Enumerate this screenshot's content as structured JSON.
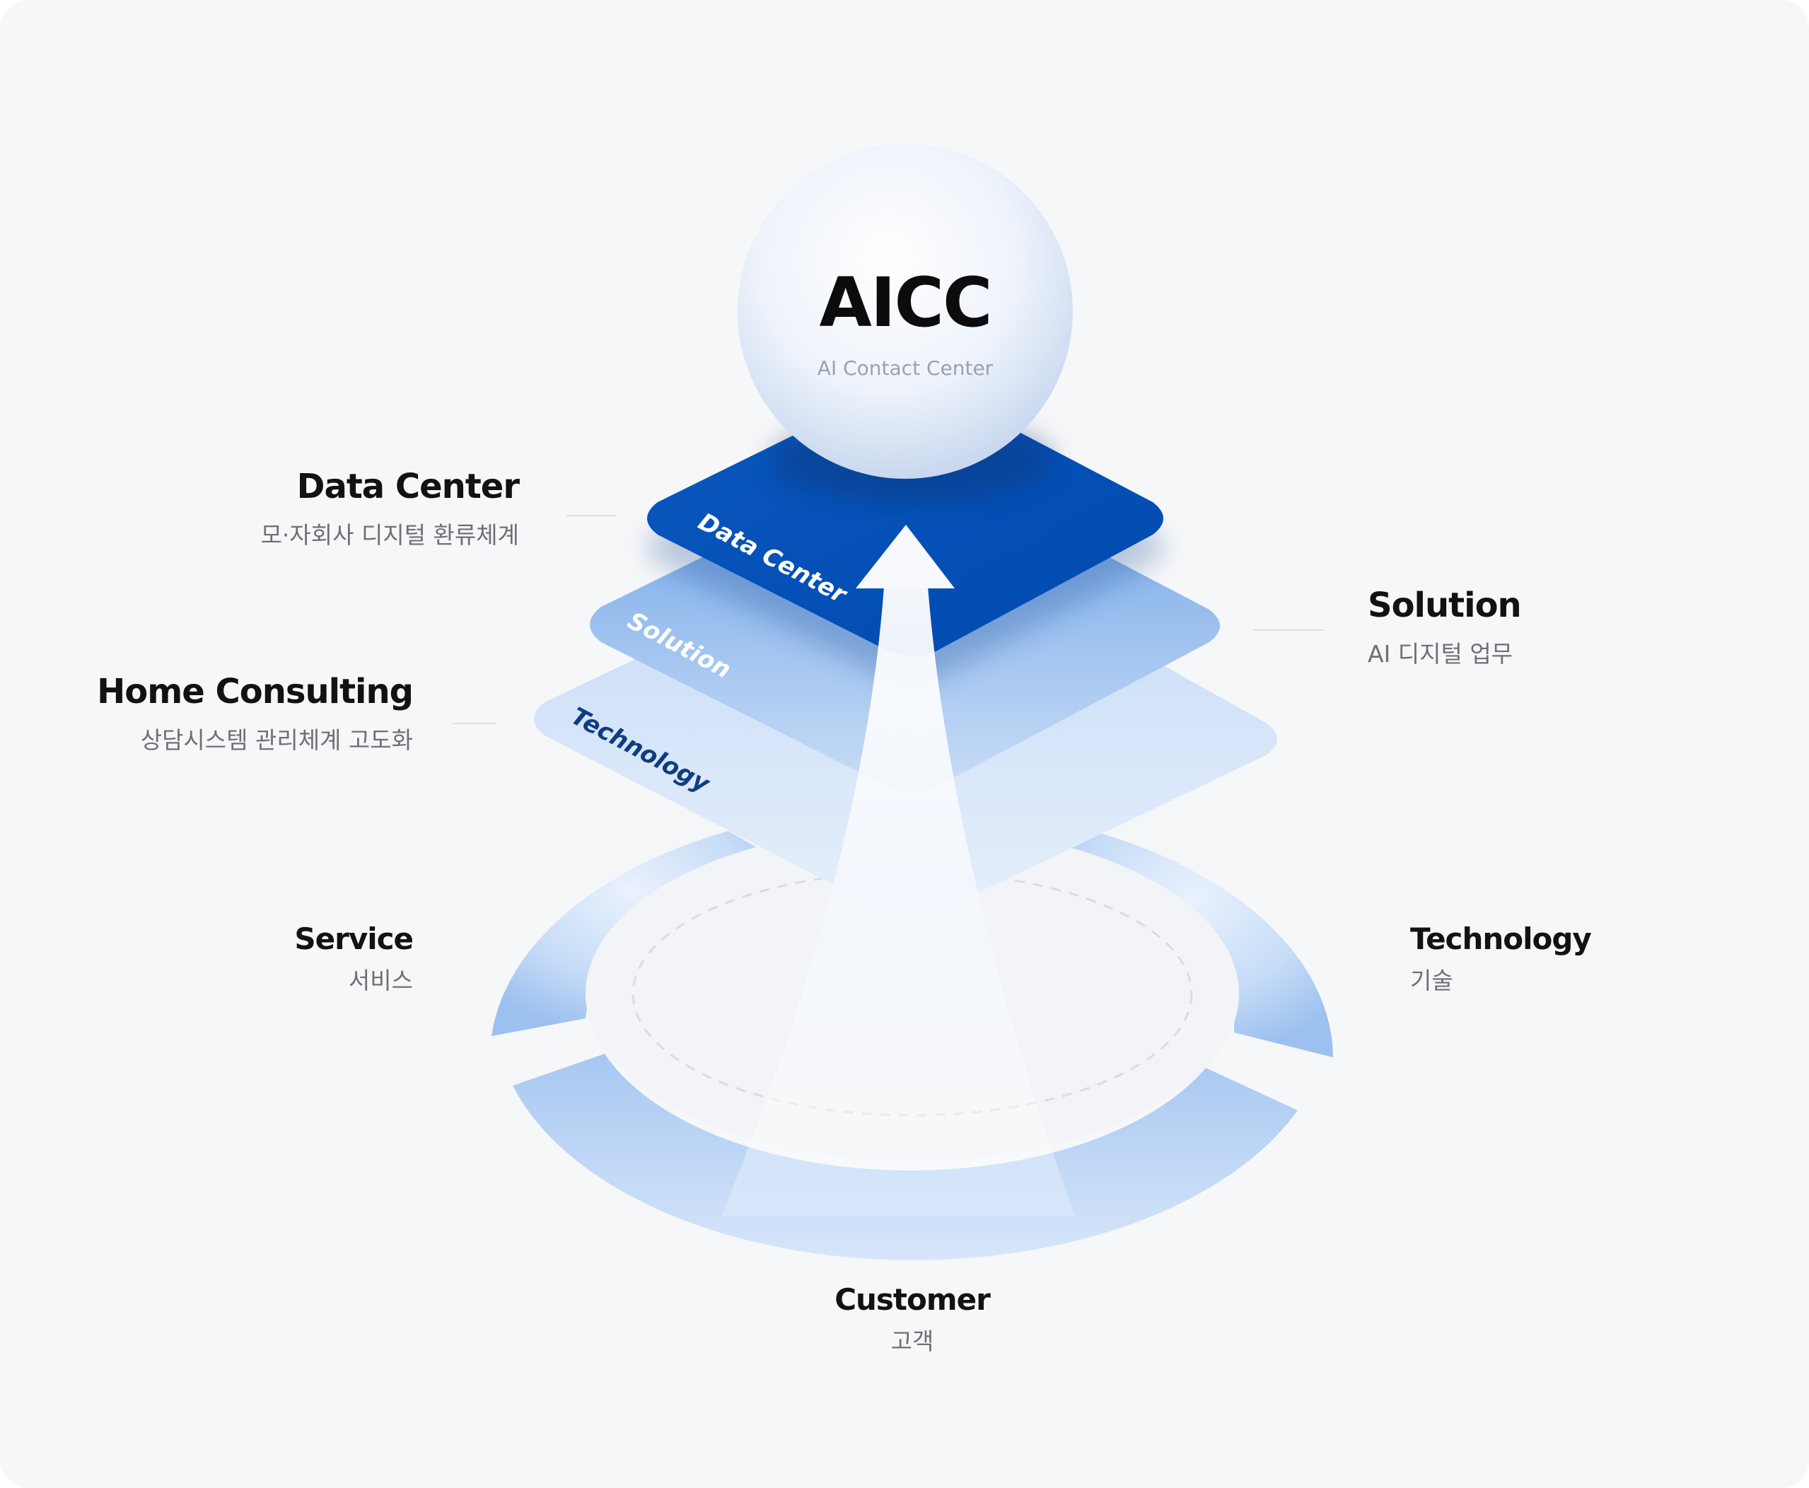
{
  "center": {
    "title": "AICC",
    "subtitle": "AI Contact Center"
  },
  "layers": {
    "data_center": "Data Center",
    "solution": "Solution",
    "technology": "Technology"
  },
  "callouts": {
    "data_center": {
      "title": "Data Center",
      "sub": "모·자회사 디지털 환류체계"
    },
    "home_consulting": {
      "title": "Home Consulting",
      "sub": "상담시스템 관리체계 고도화"
    },
    "solution": {
      "title": "Solution",
      "sub": "AI 디지털 업무"
    },
    "service": {
      "title": "Service",
      "sub": "서비스"
    },
    "technology": {
      "title": "Technology",
      "sub": "기술"
    },
    "customer": {
      "title": "Customer",
      "sub": "고객"
    }
  },
  "colors": {
    "top_layer": "#0552b8",
    "middle_layer": "#76a8e8",
    "bottom_layer": "#cfe0f6",
    "ring": "#a9c8f2"
  }
}
